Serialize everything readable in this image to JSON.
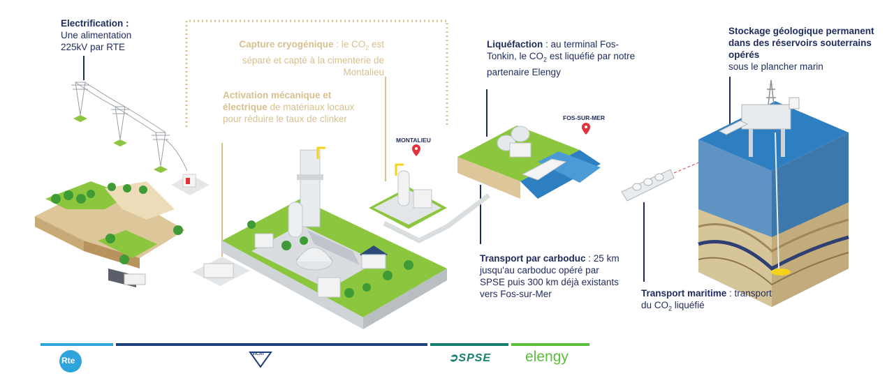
{
  "labels": {
    "electrification": {
      "title": "Electrification :",
      "body": "Une alimentation 225kV par RTE"
    },
    "capture": {
      "title": "Capture cryogénique",
      "body_pre": " : le CO",
      "sub": "2",
      "body_post": " est séparé et capté à la cimenterie de Montalieu"
    },
    "activation": {
      "title": "Activation mécanique et électrique",
      "body": " de matériaux locaux pour réduire le taux de clinker"
    },
    "liquefaction": {
      "title": "Liquéfaction",
      "body_pre": " : au terminal Fos-Tonkin, le CO",
      "sub": "2",
      "body_post": " est liquéfié par notre partenaire Elengy"
    },
    "stockage": {
      "title": "Stockage géologique permanent dans des réservoirs souterrains opérés",
      "body": "sous le plancher marin"
    },
    "carboduc": {
      "title": "Transport par carboduc",
      "body": " : 25 km jusqu'au carboduc opéré par SPSE puis 300 km déjà existants vers Fos-sur-Mer"
    },
    "maritime": {
      "title": "Transport maritime",
      "body_pre": " : transport du CO",
      "sub": "2",
      "body_post": " liquéfié"
    }
  },
  "places": {
    "montalieu": "MONTALIEU",
    "fos": "FOS-SUR-MER"
  },
  "logos": {
    "rte": "Rte",
    "vicat": "VICAT",
    "spse": "SPSE",
    "elengy": "elengy"
  },
  "colors": {
    "navy": "#1f2b5c",
    "tan": "#d7c08f",
    "rte_blue": "#2fa3dc",
    "vicat_navy": "#1f3f7a",
    "spse_teal": "#17806e",
    "elengy_green": "#5bbf3a",
    "grass": "#8cc63f",
    "sea": "#2e7fc1",
    "pin_red": "#e2333b"
  }
}
